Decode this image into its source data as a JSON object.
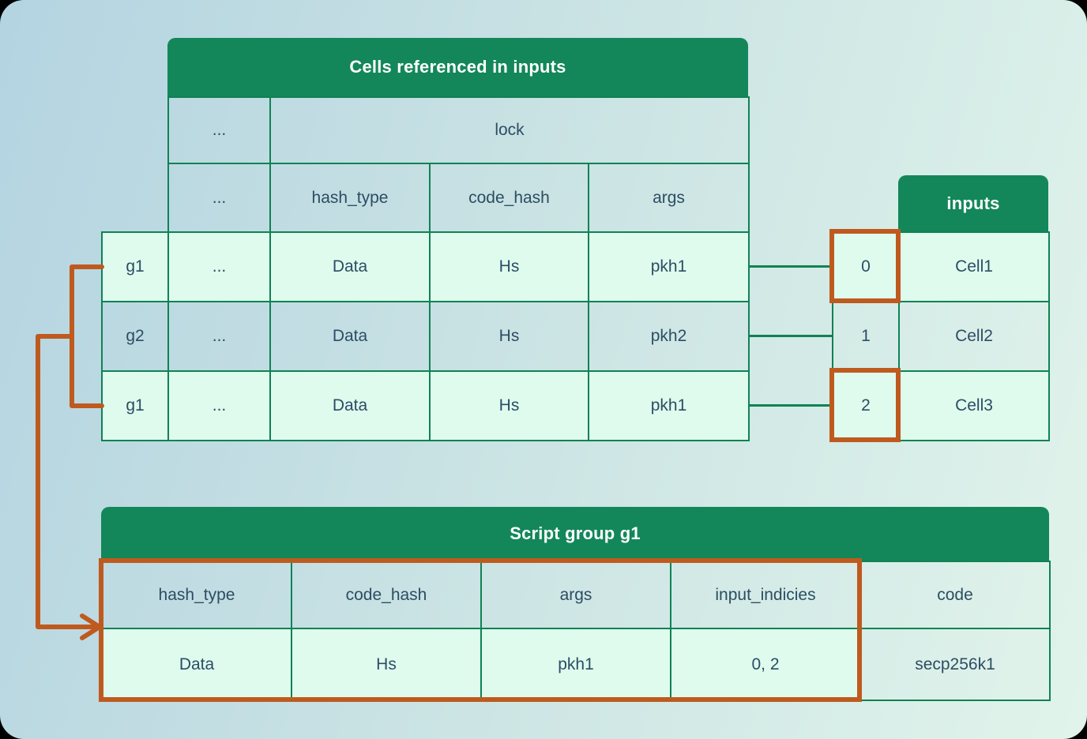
{
  "colors": {
    "header_green": "#13875A",
    "border_green": "#0F8254",
    "accent_orange": "#BF5A1E",
    "text": "#2C4D63",
    "highlight_mint": "#DFFBEE"
  },
  "cells_table": {
    "title": "Cells referenced in inputs",
    "ellipsis": "...",
    "lock_label": "lock",
    "columns": [
      "hash_type",
      "code_hash",
      "args"
    ],
    "rows": [
      {
        "group": "g1",
        "c0": "...",
        "hash_type": "Data",
        "code_hash": "Hs",
        "args": "pkh1"
      },
      {
        "group": "g2",
        "c0": "...",
        "hash_type": "Data",
        "code_hash": "Hs",
        "args": "pkh2"
      },
      {
        "group": "g1",
        "c0": "...",
        "hash_type": "Data",
        "code_hash": "Hs",
        "args": "pkh1"
      }
    ]
  },
  "inputs_table": {
    "title": "inputs",
    "rows": [
      {
        "index": "0",
        "cell": "Cell1"
      },
      {
        "index": "1",
        "cell": "Cell2"
      },
      {
        "index": "2",
        "cell": "Cell3"
      }
    ]
  },
  "script_group_table": {
    "title": "Script group g1",
    "columns": [
      "hash_type",
      "code_hash",
      "args",
      "input_indicies",
      "code"
    ],
    "values": [
      "Data",
      "Hs",
      "pkh1",
      "0, 2",
      "secp256k1"
    ]
  }
}
